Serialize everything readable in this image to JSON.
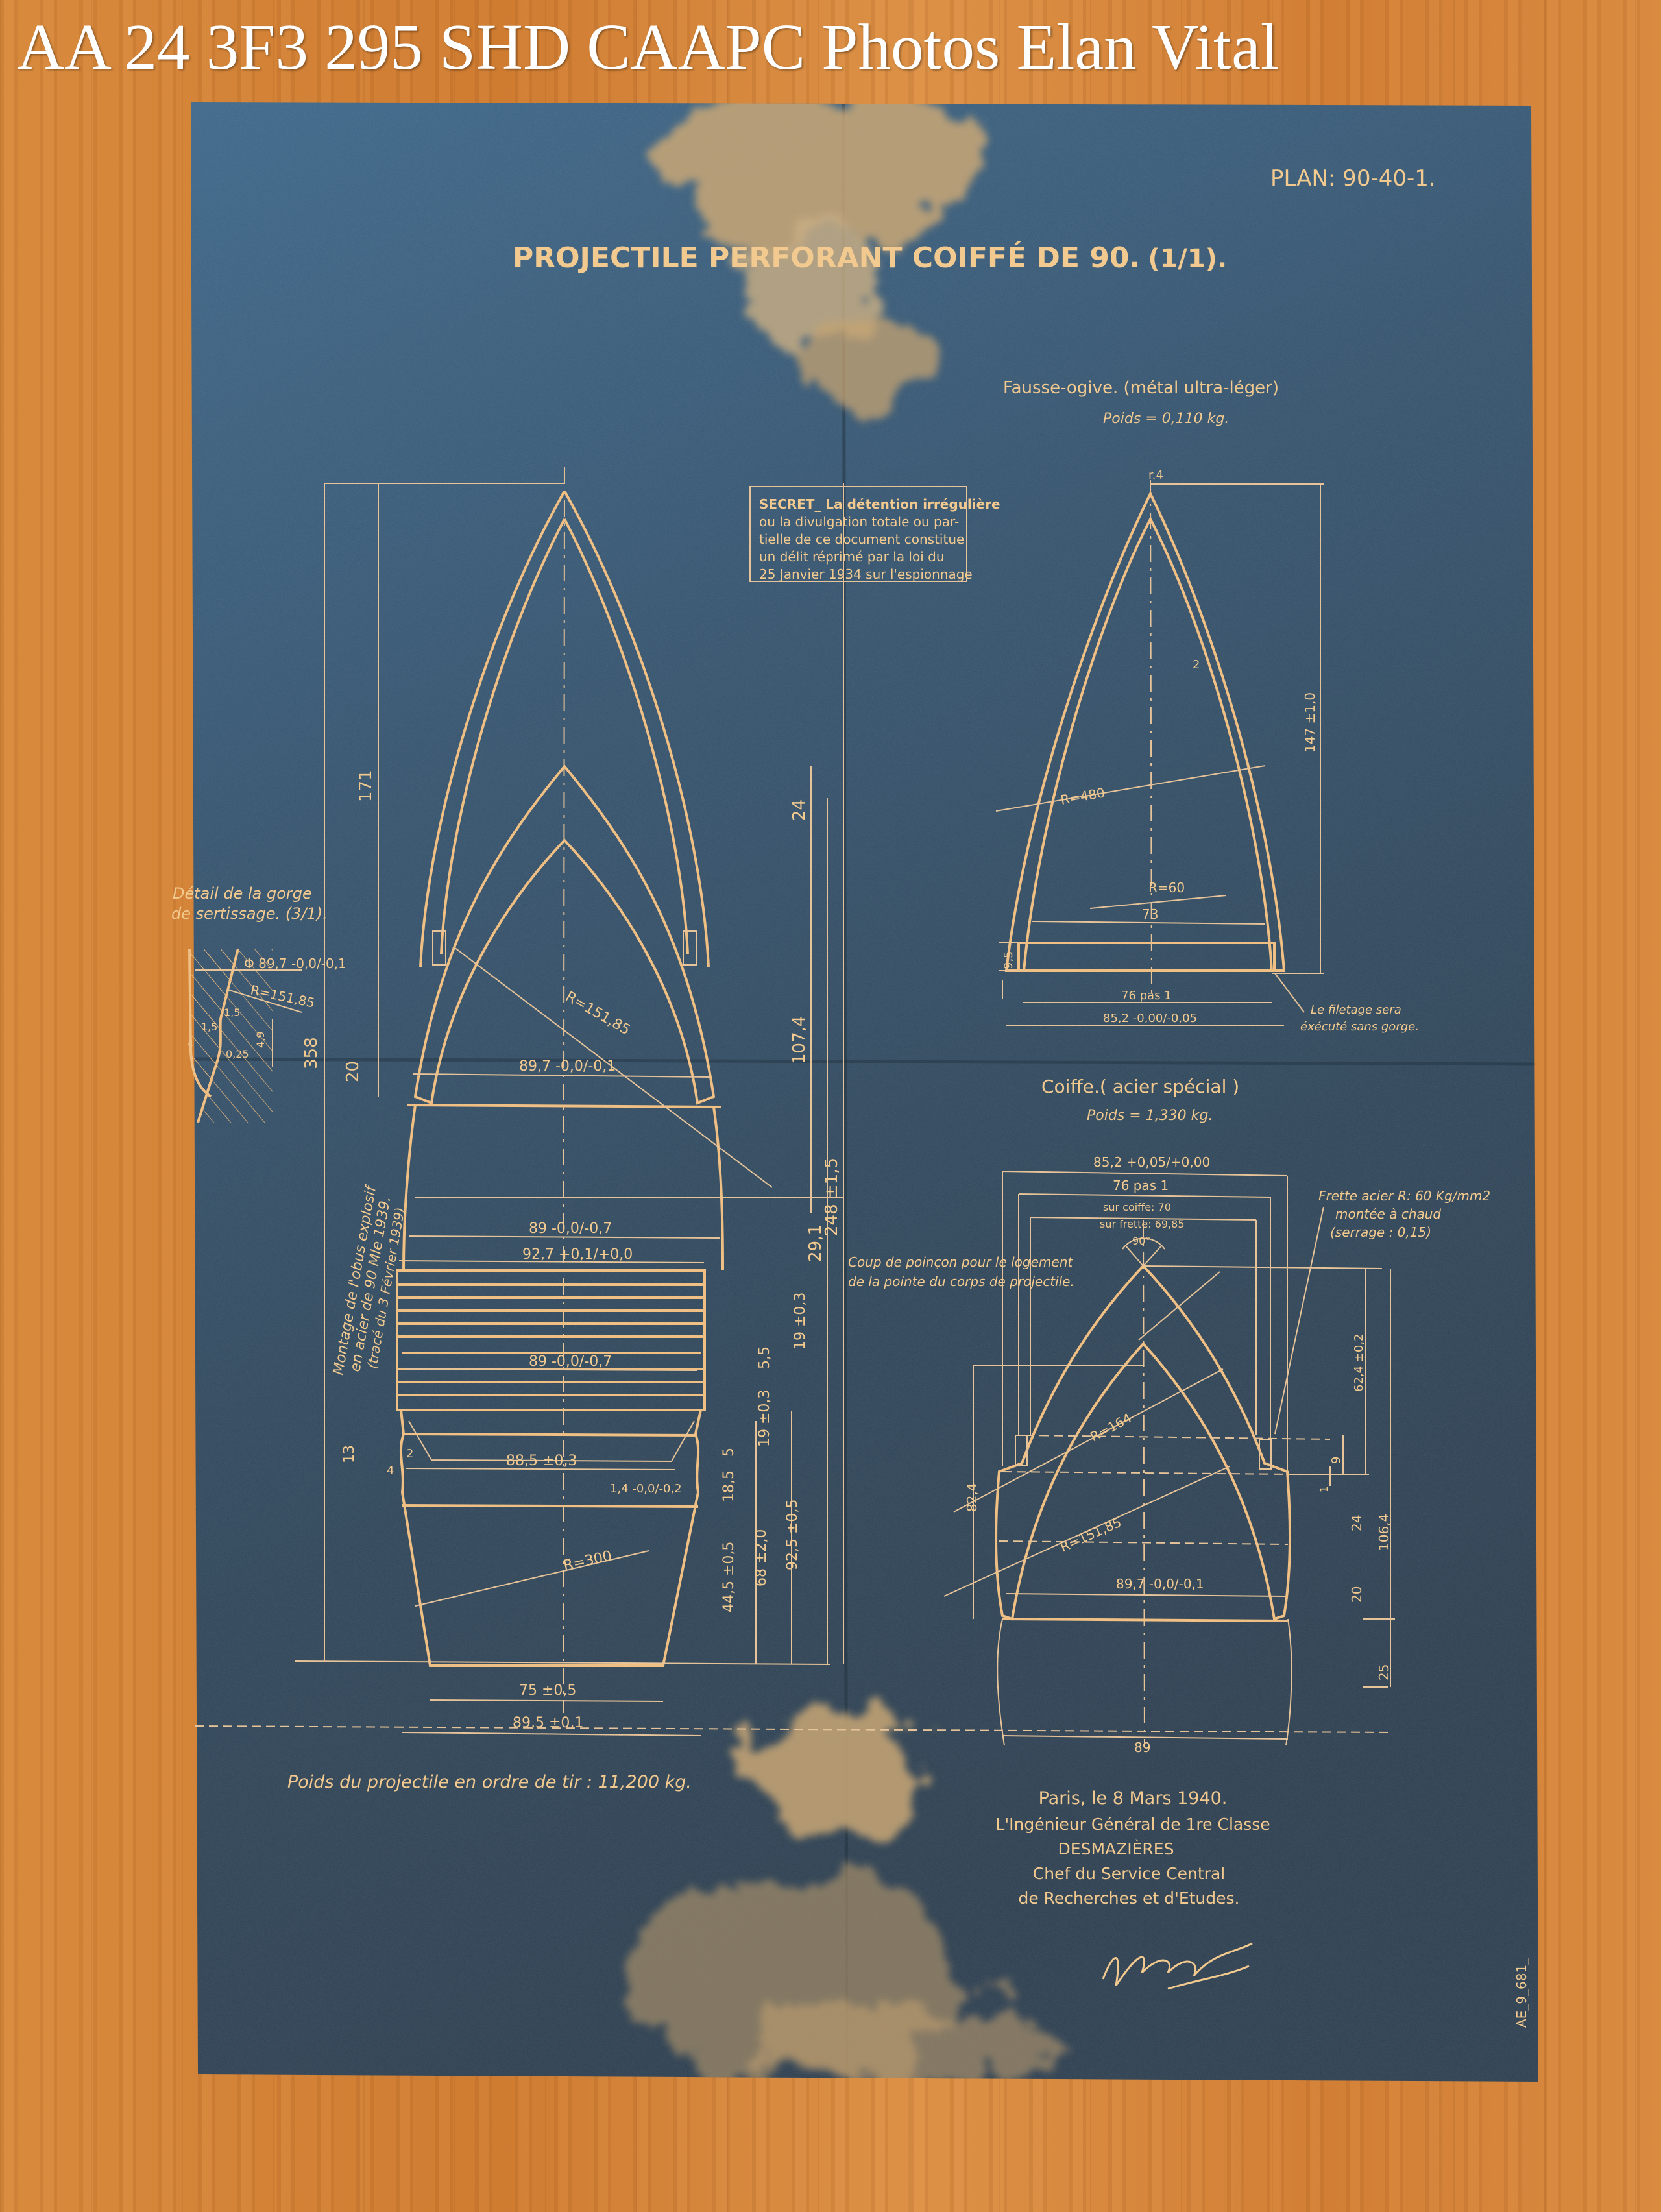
{
  "caption": "AA 24 3F3 295 SHD CAAPC Photos Elan Vital",
  "plan_number": "PLAN: 90-40-1.",
  "title": "PROJECTILE PERFORANT COIFFÉ DE 90.",
  "title_scale": "(1/1).",
  "secret_notice": [
    "SECRET_ La détention irrégulière",
    "ou la divulgation totale ou par-",
    "tielle de ce document constitue",
    "un délit réprimé par la loi du",
    "25 Janvier 1934 sur l'espionnage"
  ],
  "fausse_ogive": {
    "title": "Fausse-ogive. (métal ultra-léger)",
    "weight": "Poids = 0,110 kg.",
    "dims": [
      "r.4",
      "2",
      "147 ±1,0",
      "R=480",
      "R=60",
      "73",
      "9,5",
      "76 pas 1",
      "85,2 -0,00/-0,05"
    ],
    "note": [
      "Le filetage sera",
      "éxécuté sans gorge."
    ]
  },
  "coiffe": {
    "title": "Coiffe.( acier spécial )",
    "weight": "Poids = 1,330 kg.",
    "dims": [
      "85,2 +0,05/+0,00",
      "76 pas 1",
      "sur coiffe: 70",
      "sur frette: 69,85",
      "90°",
      "62,4 ±0,2",
      "106,4",
      "9",
      "1",
      "24",
      "20",
      "25",
      "82,4",
      "R=164",
      "R=151,85",
      "89,7 -0,0/-0,1",
      "89"
    ],
    "frette_note": [
      "Frette acier R: 60 Kg/mm2",
      "montée à chaud",
      "(serrage : 0,15)"
    ],
    "punch_note": [
      "Coup de poinçon pour le logement",
      "de la pointe du corps de projectile."
    ]
  },
  "detail": {
    "title": [
      "Détail de la gorge",
      "de sertissage. (3/1)."
    ],
    "dims": [
      "Φ 89,7 -0,0/-0,1",
      "R=151,85",
      "1,5",
      "1,5",
      "4",
      "0,25",
      "4,9"
    ]
  },
  "main_view": {
    "mounting_note": [
      "Montage de l'obus explosif",
      "en acier de 90 Mle 1939.",
      "(tracé du 3 Février 1939)"
    ],
    "dims": [
      "358",
      "171",
      "20",
      "24",
      "107,4",
      "248 ±1,5",
      "29,1",
      "19 ±0,3",
      "5,5",
      "19 ±0,3",
      "5",
      "18,5",
      "44,5 ±0,5",
      "68 ±2,0",
      "92,5 ±0,5",
      "13",
      "R=151,85",
      "89,7 -0,0/-0,1",
      "89 -0,0/-0,7",
      "92,7 +0,1/+0,0",
      "89 -0,0/-0,7",
      "88,5 ±0,3",
      "1,4 -0,0/-0,2",
      "R=300",
      "75 ±0,5",
      "89,5 ±0,1",
      "2",
      "4"
    ]
  },
  "total_weight": "Poids du projectile en ordre de tir : 11,200 kg.",
  "signature_block": [
    "Paris, le 8 Mars 1940.",
    "L'Ingénieur Général de 1re Classe",
    "DESMAZIÈRES",
    "Chef du Service Central",
    "de Recherches et d'Etudes."
  ],
  "reference": "AE_9_681_",
  "colors": {
    "paper": "#30485e",
    "ink": "#f2c98f",
    "wood": "#d4823a"
  }
}
